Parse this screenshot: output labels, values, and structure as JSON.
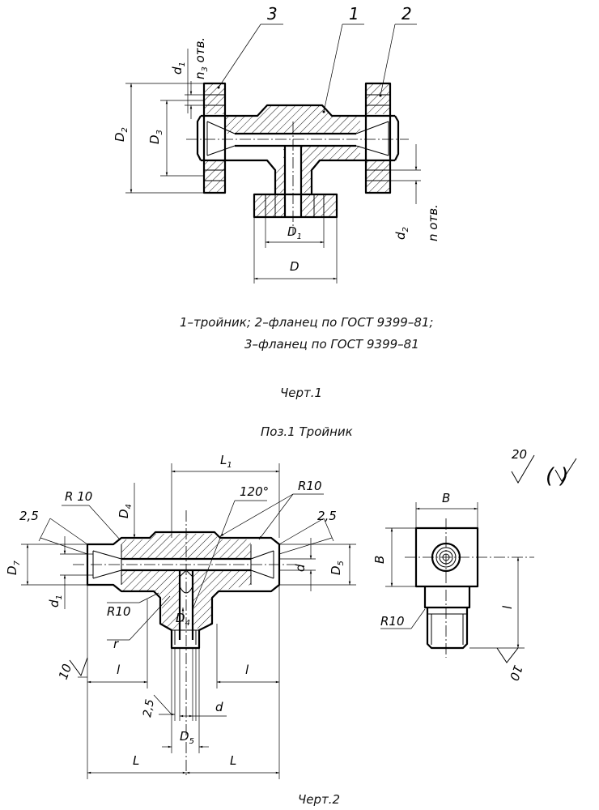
{
  "drawing1": {
    "callouts": [
      "3",
      "1",
      "2"
    ],
    "dims": {
      "d1": "d",
      "d1_sub": "1",
      "n3": "n",
      "n3_sub": "3",
      "n3_rest": " отв.",
      "D2": "D",
      "D2_sub": "2",
      "D3": "D",
      "D3_sub": "3",
      "D1": "D",
      "D1_sub": "1",
      "D": "D",
      "d2": "d",
      "d2_sub": "2",
      "n_otv": "n отв."
    },
    "legend_line1": "1–тройник; 2–фланец по ГОСТ 9399–81;",
    "legend_line2": "3–фланец по ГОСТ 9399–81",
    "caption": "Черт.1"
  },
  "section_title": "Поз.1 Тройник",
  "roughness": {
    "value": "20",
    "paren": "( )"
  },
  "drawing2": {
    "dims": {
      "L1": "L",
      "L1_sub": "1",
      "R10_left": "R 10",
      "D4_top": "D",
      "D4_top_sub": "4",
      "angle": "120°",
      "R10_right": "R10",
      "c25_left": "2,5",
      "c25_right": "2,5",
      "D7": "D",
      "D7_sub": "7",
      "d_right": "d",
      "D5_right": "D",
      "D5_right_sub": "5",
      "d1": "d",
      "d1_sub": "1",
      "R10_bottom": "R10",
      "D4_bottom": "D",
      "D4_bottom_sub": "4",
      "r": "r",
      "rough10_left": "10",
      "l_left": "l",
      "l_right": "l",
      "c25_bottom": "2,5",
      "d_bottom": "d",
      "D5_bottom": "D",
      "D5_bottom_sub": "5",
      "L_left": "L",
      "L_right": "L"
    },
    "side_view": {
      "B_top": "B",
      "B_left": "B",
      "l": "l",
      "R10": "R10",
      "rough10": "10"
    },
    "caption": "Черт.2"
  }
}
